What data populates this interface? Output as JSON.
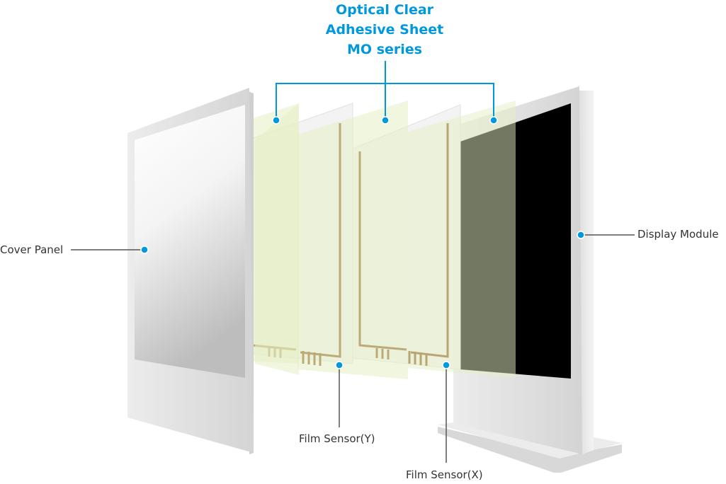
{
  "title": {
    "line1": "Optical Clear",
    "line2": "Adhesive Sheet",
    "line3": "MO series"
  },
  "labels": {
    "cover_panel": "Cover Panel",
    "display_module": "Display Module",
    "film_sensor_y": "Film Sensor(Y)",
    "film_sensor_x": "Film Sensor(X)"
  },
  "colors": {
    "accent": "#0098dd",
    "leader_line": "#555555",
    "adhesive": "#e6efc4",
    "trace": "#8b5a1a",
    "frame": "#e4e4e4",
    "screen": "#000000"
  }
}
